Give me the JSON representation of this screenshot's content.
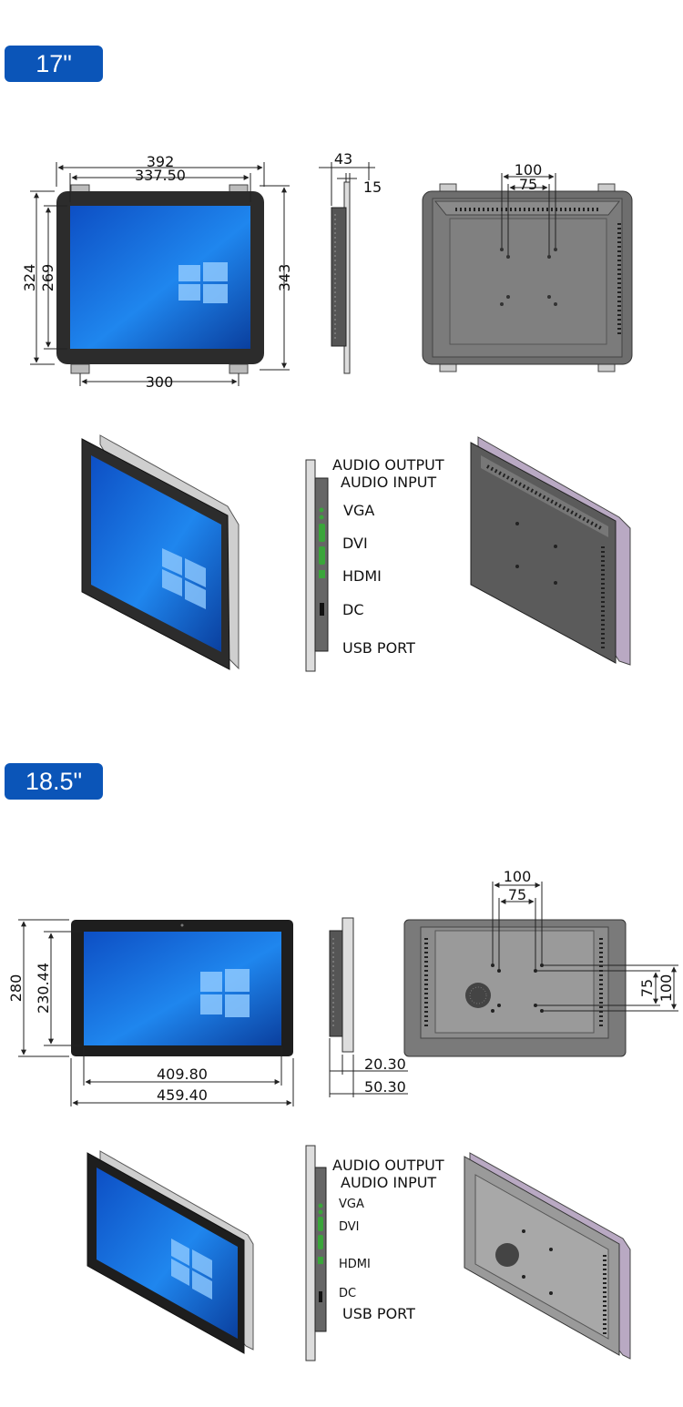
{
  "sections": [
    {
      "badge": "17\"",
      "dims": {
        "width_total": "392",
        "width_active": "337.50",
        "height_total": "324",
        "height_active": "269",
        "height_bracket": "343",
        "bottom_span": "300",
        "depth_total": "43",
        "depth_bezel": "15",
        "vesa_outer": "100",
        "vesa_inner": "75"
      },
      "ports": [
        "AUDIO OUTPUT",
        "AUDIO INPUT",
        "VGA",
        "DVI",
        "HDMI",
        "DC",
        "USB PORT"
      ]
    },
    {
      "badge": "18.5\"",
      "dims": {
        "height_total": "280",
        "height_active": "230.44",
        "width_active": "409.80",
        "width_total": "459.40",
        "depth_bezel": "20.30",
        "depth_total": "50.30",
        "vesa_outer_h": "100",
        "vesa_inner_h": "75",
        "vesa_inner_v": "75",
        "vesa_outer_v": "100"
      },
      "ports": [
        "AUDIO OUTPUT",
        "AUDIO INPUT",
        "VGA",
        "DVI",
        "HDMI",
        "DC",
        "USB PORT"
      ]
    }
  ],
  "colors": {
    "badge": "#0b55b8",
    "bezel": "#2c2c2c",
    "screen": "#1a6fe0",
    "back_panel": "#777777",
    "port_green": "#3aa53a"
  }
}
